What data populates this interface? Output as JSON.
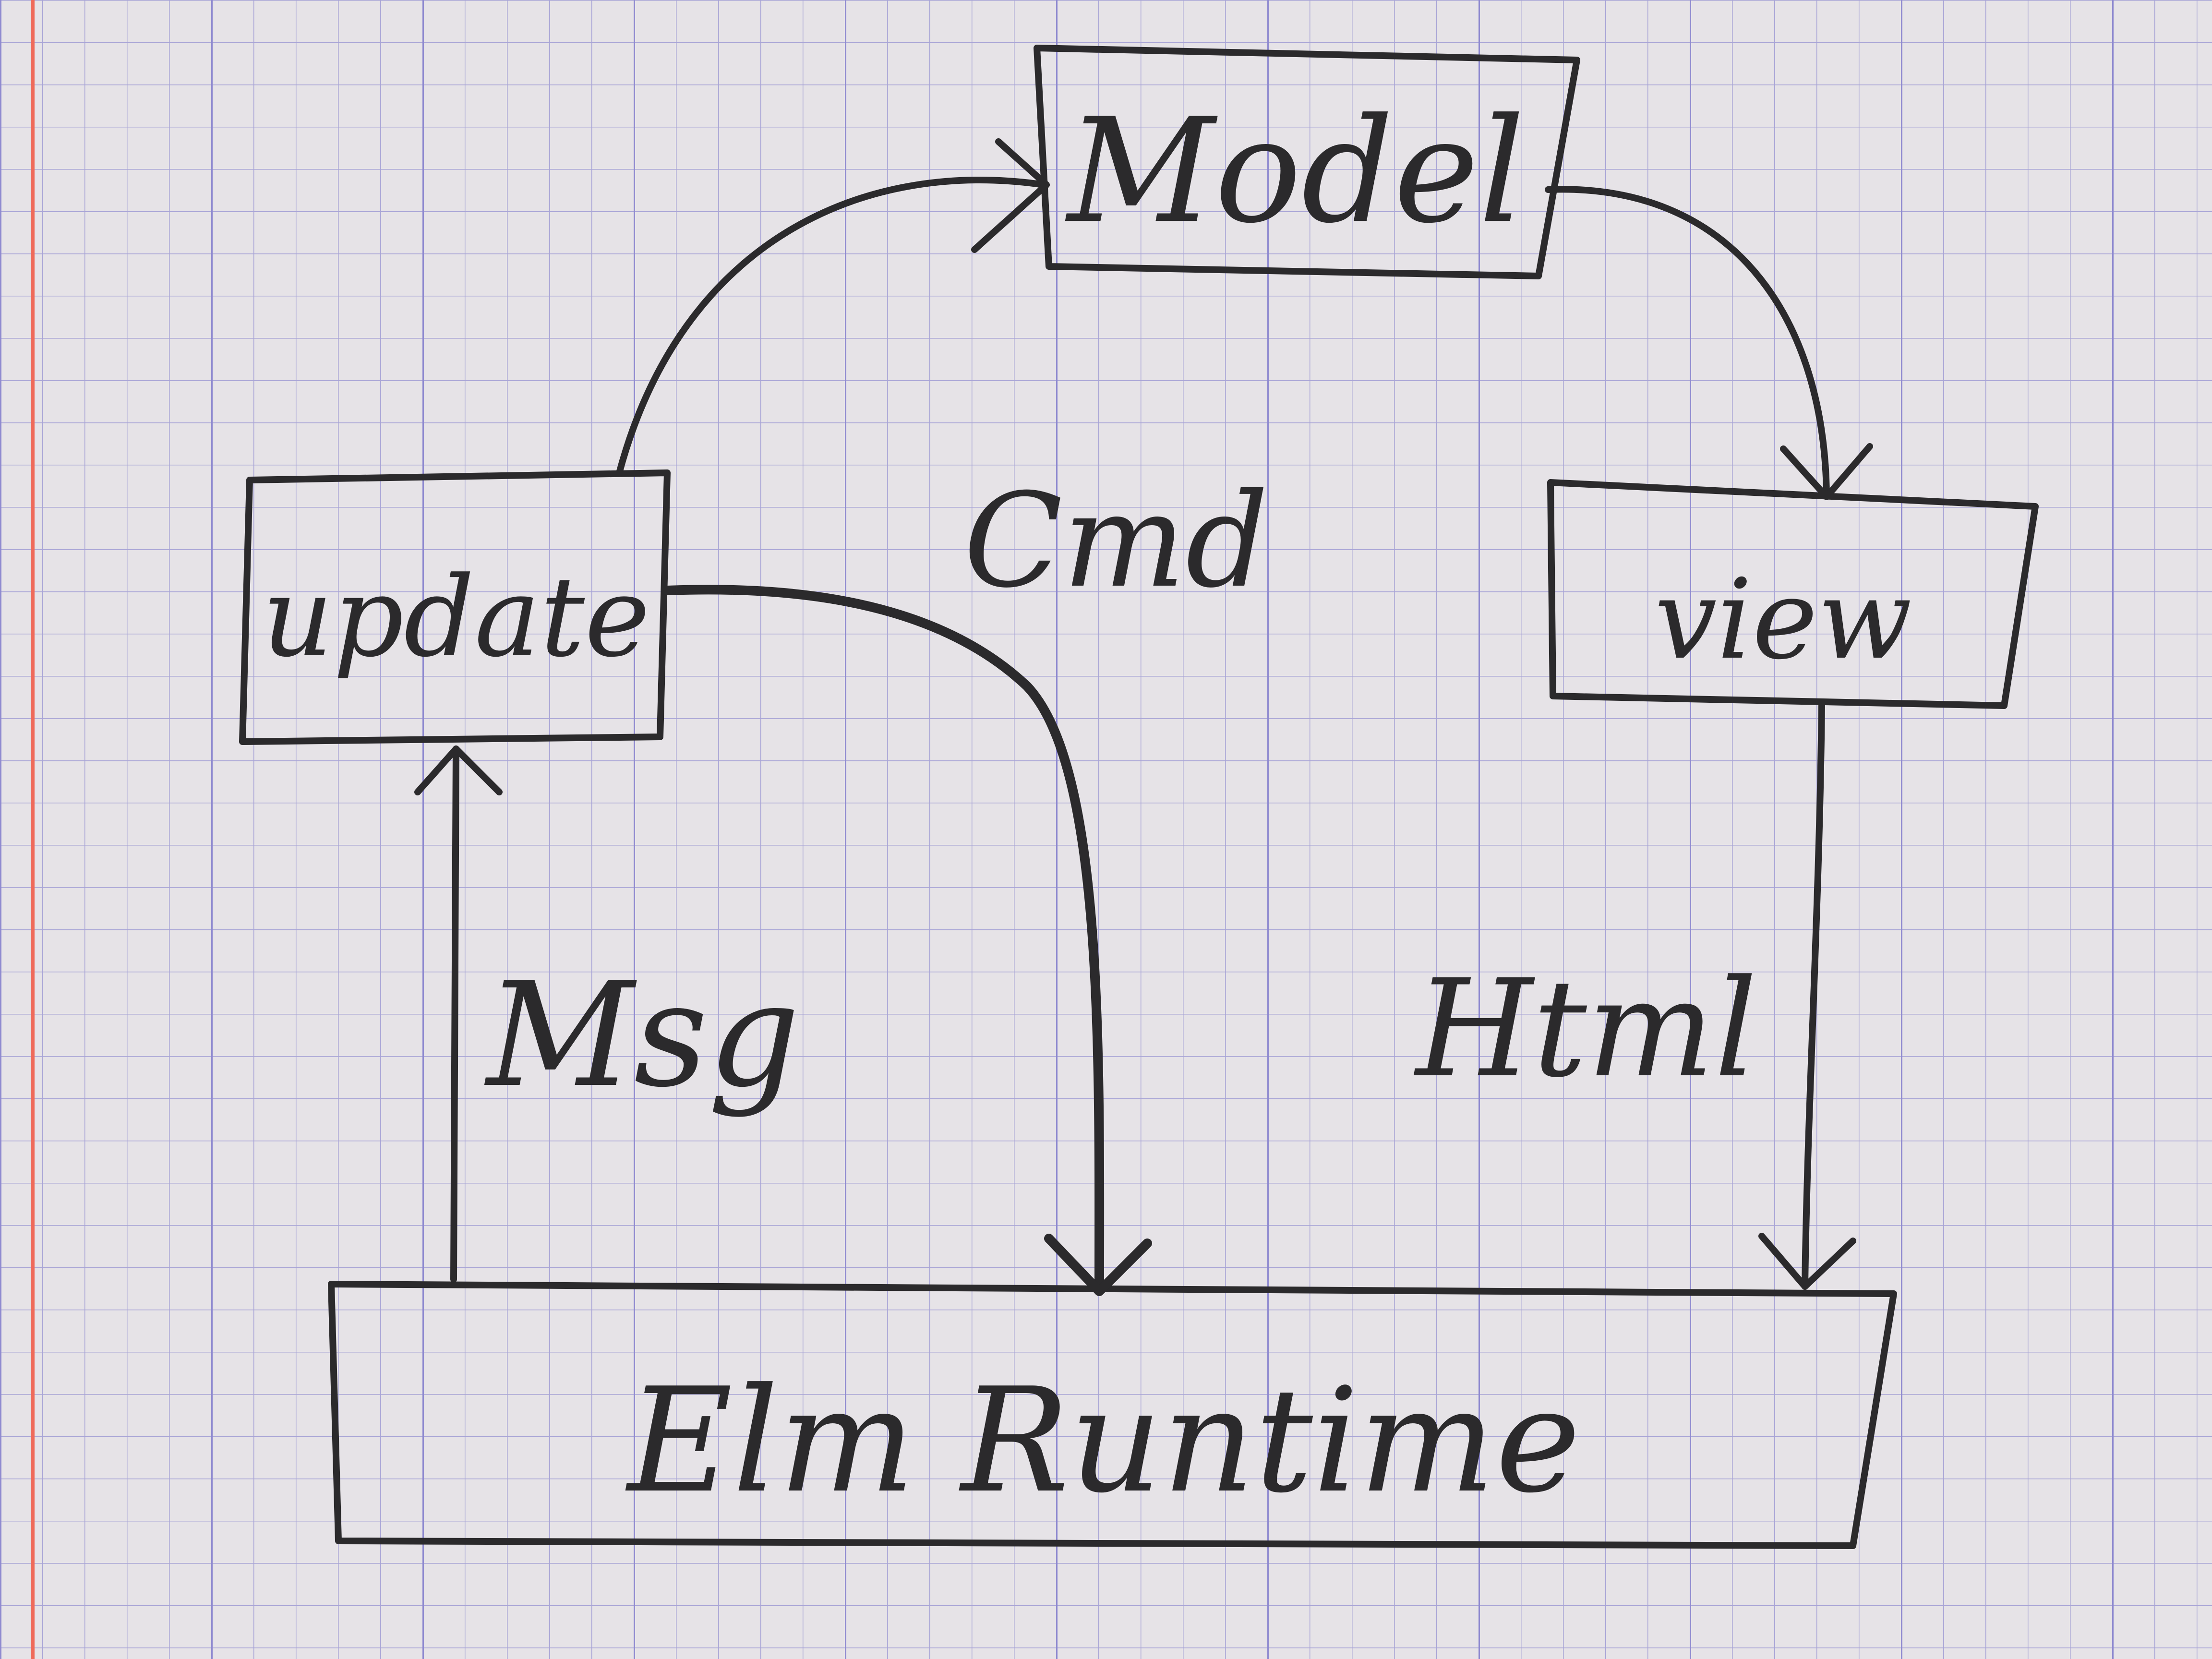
{
  "paper": {
    "background": "#e6e3e7",
    "grid_color": "#8f8ad0",
    "margin_line_color": "#ef6a5a",
    "ink_color": "#2b2a2c"
  },
  "nodes": {
    "model": "Model",
    "update": "update",
    "view": "view",
    "runtime": "Elm Runtime"
  },
  "edges": {
    "cmd": "Cmd",
    "msg": "Msg",
    "html": "Html"
  }
}
